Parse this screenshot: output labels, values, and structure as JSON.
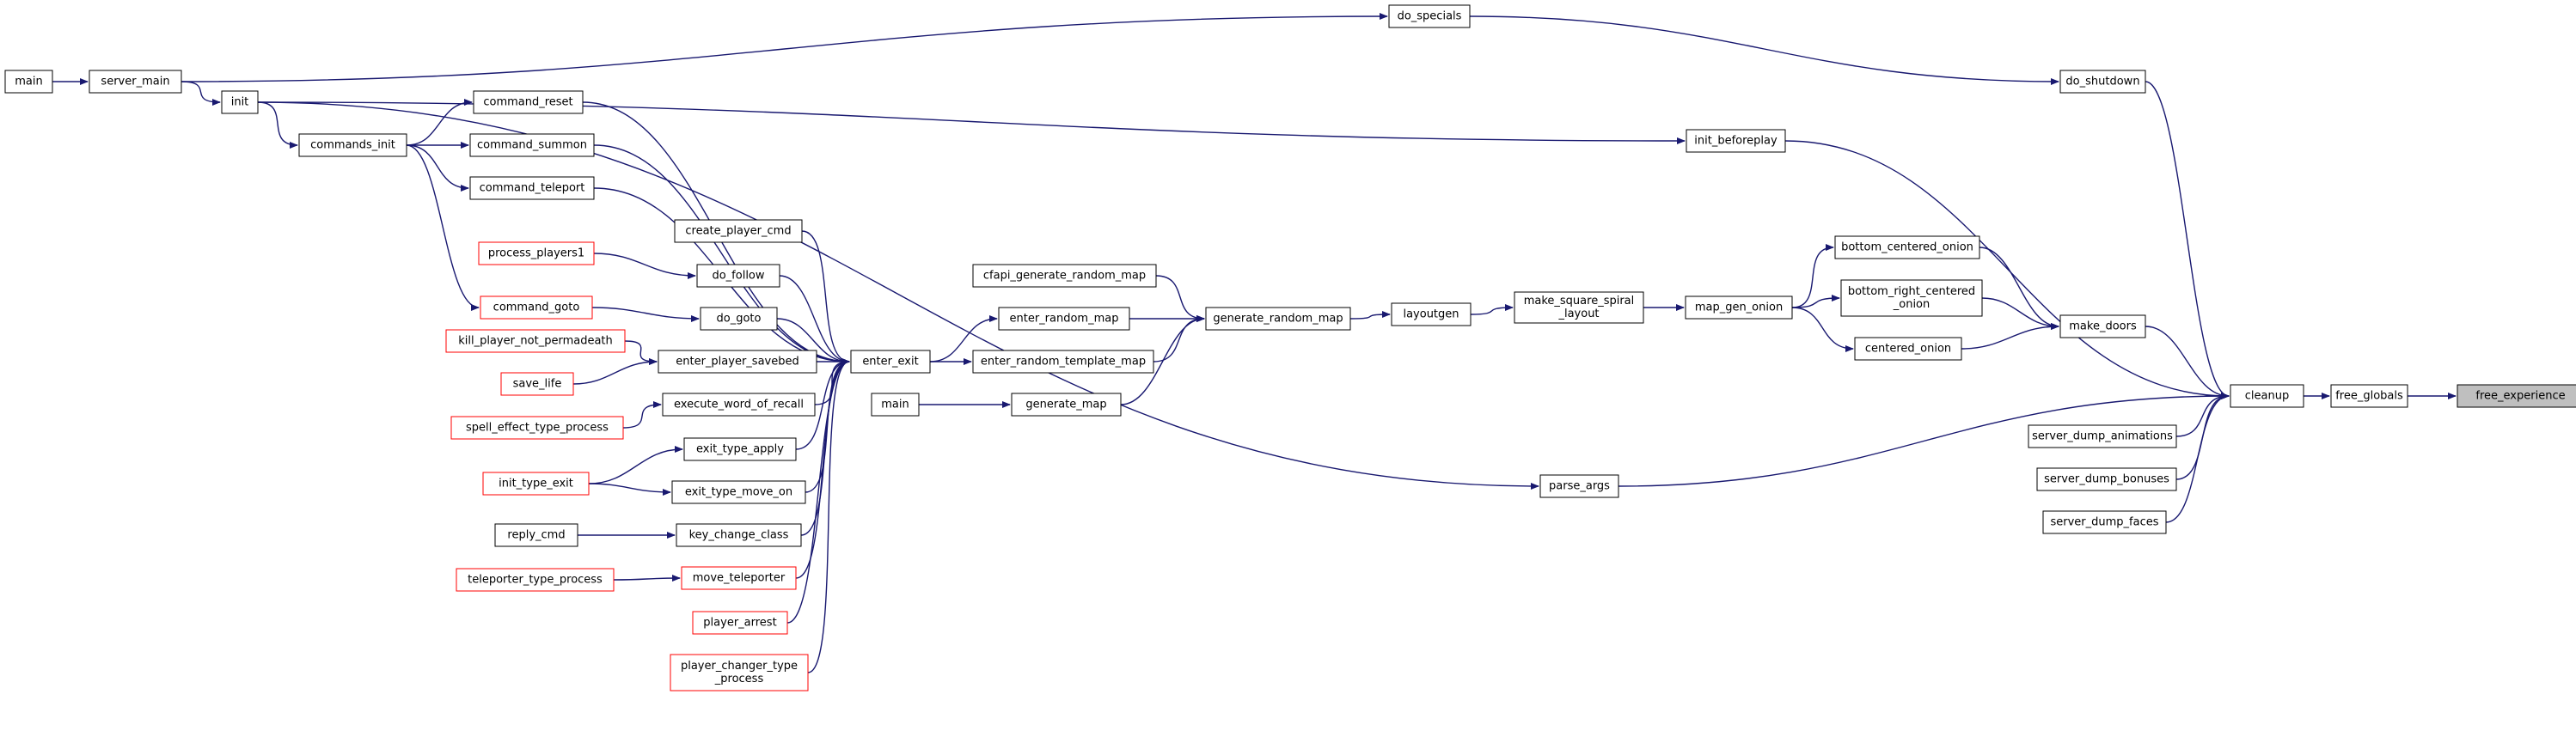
{
  "graph": {
    "nodes": [
      {
        "id": "free_experience",
        "label": [
          "free_experience"
        ],
        "current": true
      },
      {
        "id": "free_globals",
        "label": [
          "free_globals"
        ]
      },
      {
        "id": "cleanup",
        "label": [
          "cleanup"
        ]
      },
      {
        "id": "do_shutdown",
        "label": [
          "do_shutdown"
        ]
      },
      {
        "id": "make_doors",
        "label": [
          "make_doors"
        ]
      },
      {
        "id": "init_beforeplay",
        "label": [
          "init_beforeplay"
        ]
      },
      {
        "id": "parse_args",
        "label": [
          "parse_args"
        ]
      },
      {
        "id": "server_dump_animations",
        "label": [
          "server_dump_animations"
        ]
      },
      {
        "id": "server_dump_bonuses",
        "label": [
          "server_dump_bonuses"
        ]
      },
      {
        "id": "server_dump_faces",
        "label": [
          "server_dump_faces"
        ]
      },
      {
        "id": "do_specials",
        "label": [
          "do_specials"
        ]
      },
      {
        "id": "server_main",
        "label": [
          "server_main"
        ]
      },
      {
        "id": "main_1",
        "label": [
          "main"
        ]
      },
      {
        "id": "init",
        "label": [
          "init"
        ]
      },
      {
        "id": "bottom_centered_onion",
        "label": [
          "bottom_centered_onion"
        ]
      },
      {
        "id": "bottom_right_centered_onion",
        "label": [
          "bottom_right_centered",
          "_onion"
        ]
      },
      {
        "id": "centered_onion",
        "label": [
          "centered_onion"
        ]
      },
      {
        "id": "map_gen_onion",
        "label": [
          "map_gen_onion"
        ]
      },
      {
        "id": "make_square_spiral_layout",
        "label": [
          "make_square_spiral",
          "_layout"
        ]
      },
      {
        "id": "layoutgen",
        "label": [
          "layoutgen"
        ]
      },
      {
        "id": "generate_random_map",
        "label": [
          "generate_random_map"
        ]
      },
      {
        "id": "cfapi_generate_random_map",
        "label": [
          "cfapi_generate_random_map"
        ]
      },
      {
        "id": "enter_random_map",
        "label": [
          "enter_random_map"
        ]
      },
      {
        "id": "enter_random_template_map",
        "label": [
          "enter_random_template_map"
        ]
      },
      {
        "id": "generate_map",
        "label": [
          "generate_map"
        ]
      },
      {
        "id": "main_2",
        "label": [
          "main"
        ]
      },
      {
        "id": "enter_exit",
        "label": [
          "enter_exit"
        ]
      },
      {
        "id": "command_reset",
        "label": [
          "command_reset"
        ]
      },
      {
        "id": "command_summon",
        "label": [
          "command_summon"
        ]
      },
      {
        "id": "command_teleport",
        "label": [
          "command_teleport"
        ]
      },
      {
        "id": "create_player_cmd",
        "label": [
          "create_player_cmd"
        ]
      },
      {
        "id": "do_follow",
        "label": [
          "do_follow"
        ]
      },
      {
        "id": "do_goto",
        "label": [
          "do_goto"
        ]
      },
      {
        "id": "enter_player_savebed",
        "label": [
          "enter_player_savebed"
        ]
      },
      {
        "id": "execute_word_of_recall",
        "label": [
          "execute_word_of_recall"
        ]
      },
      {
        "id": "exit_type_apply",
        "label": [
          "exit_type_apply"
        ]
      },
      {
        "id": "exit_type_move_on",
        "label": [
          "exit_type_move_on"
        ]
      },
      {
        "id": "key_change_class",
        "label": [
          "key_change_class"
        ]
      },
      {
        "id": "move_teleporter",
        "label": [
          "move_teleporter"
        ],
        "truncated": true
      },
      {
        "id": "player_arrest",
        "label": [
          "player_arrest"
        ],
        "truncated": true
      },
      {
        "id": "player_changer_type_process",
        "label": [
          "player_changer_type",
          "_process"
        ],
        "truncated": true
      },
      {
        "id": "commands_init",
        "label": [
          "commands_init"
        ]
      },
      {
        "id": "process_players1",
        "label": [
          "process_players1"
        ],
        "truncated": true
      },
      {
        "id": "command_goto",
        "label": [
          "command_goto"
        ],
        "truncated": true
      },
      {
        "id": "kill_player_not_permadeath",
        "label": [
          "kill_player_not_permadeath"
        ],
        "truncated": true
      },
      {
        "id": "save_life",
        "label": [
          "save_life"
        ],
        "truncated": true
      },
      {
        "id": "spell_effect_type_process",
        "label": [
          "spell_effect_type_process"
        ],
        "truncated": true
      },
      {
        "id": "init_type_exit",
        "label": [
          "init_type_exit"
        ],
        "truncated": true
      },
      {
        "id": "reply_cmd",
        "label": [
          "reply_cmd"
        ]
      },
      {
        "id": "teleporter_type_process",
        "label": [
          "teleporter_type_process"
        ],
        "truncated": true
      }
    ],
    "edges": [
      [
        "free_globals",
        "free_experience"
      ],
      [
        "cleanup",
        "free_globals"
      ],
      [
        "do_shutdown",
        "cleanup"
      ],
      [
        "make_doors",
        "cleanup"
      ],
      [
        "init_beforeplay",
        "cleanup"
      ],
      [
        "parse_args",
        "cleanup"
      ],
      [
        "server_dump_animations",
        "cleanup"
      ],
      [
        "server_dump_bonuses",
        "cleanup"
      ],
      [
        "server_dump_faces",
        "cleanup"
      ],
      [
        "do_specials",
        "do_shutdown"
      ],
      [
        "server_main",
        "do_specials"
      ],
      [
        "main_1",
        "server_main"
      ],
      [
        "init",
        "init_beforeplay"
      ],
      [
        "server_main",
        "init"
      ],
      [
        "init",
        "parse_args"
      ],
      [
        "bottom_centered_onion",
        "make_doors"
      ],
      [
        "bottom_right_centered_onion",
        "make_doors"
      ],
      [
        "centered_onion",
        "make_doors"
      ],
      [
        "map_gen_onion",
        "bottom_centered_onion"
      ],
      [
        "map_gen_onion",
        "bottom_right_centered_onion"
      ],
      [
        "map_gen_onion",
        "centered_onion"
      ],
      [
        "make_square_spiral_layout",
        "map_gen_onion"
      ],
      [
        "layoutgen",
        "make_square_spiral_layout"
      ],
      [
        "generate_random_map",
        "layoutgen"
      ],
      [
        "cfapi_generate_random_map",
        "generate_random_map"
      ],
      [
        "enter_random_map",
        "generate_random_map"
      ],
      [
        "enter_random_template_map",
        "generate_random_map"
      ],
      [
        "generate_map",
        "generate_random_map"
      ],
      [
        "main_2",
        "generate_map"
      ],
      [
        "enter_exit",
        "enter_random_map"
      ],
      [
        "enter_exit",
        "enter_random_template_map"
      ],
      [
        "command_reset",
        "enter_exit"
      ],
      [
        "command_summon",
        "enter_exit"
      ],
      [
        "command_teleport",
        "enter_exit"
      ],
      [
        "create_player_cmd",
        "enter_exit"
      ],
      [
        "do_follow",
        "enter_exit"
      ],
      [
        "do_goto",
        "enter_exit"
      ],
      [
        "enter_player_savebed",
        "enter_exit"
      ],
      [
        "execute_word_of_recall",
        "enter_exit"
      ],
      [
        "exit_type_apply",
        "enter_exit"
      ],
      [
        "exit_type_move_on",
        "enter_exit"
      ],
      [
        "key_change_class",
        "enter_exit"
      ],
      [
        "move_teleporter",
        "enter_exit"
      ],
      [
        "player_arrest",
        "enter_exit"
      ],
      [
        "player_changer_type_process",
        "enter_exit"
      ],
      [
        "commands_init",
        "command_reset"
      ],
      [
        "commands_init",
        "command_summon"
      ],
      [
        "commands_init",
        "command_teleport"
      ],
      [
        "init",
        "commands_init"
      ],
      [
        "process_players1",
        "do_follow"
      ],
      [
        "command_goto",
        "do_goto"
      ],
      [
        "commands_init",
        "command_goto"
      ],
      [
        "kill_player_not_permadeath",
        "enter_player_savebed"
      ],
      [
        "save_life",
        "enter_player_savebed"
      ],
      [
        "spell_effect_type_process",
        "execute_word_of_recall"
      ],
      [
        "init_type_exit",
        "exit_type_apply"
      ],
      [
        "init_type_exit",
        "exit_type_move_on"
      ],
      [
        "reply_cmd",
        "key_change_class"
      ],
      [
        "teleporter_type_process",
        "move_teleporter"
      ]
    ]
  }
}
